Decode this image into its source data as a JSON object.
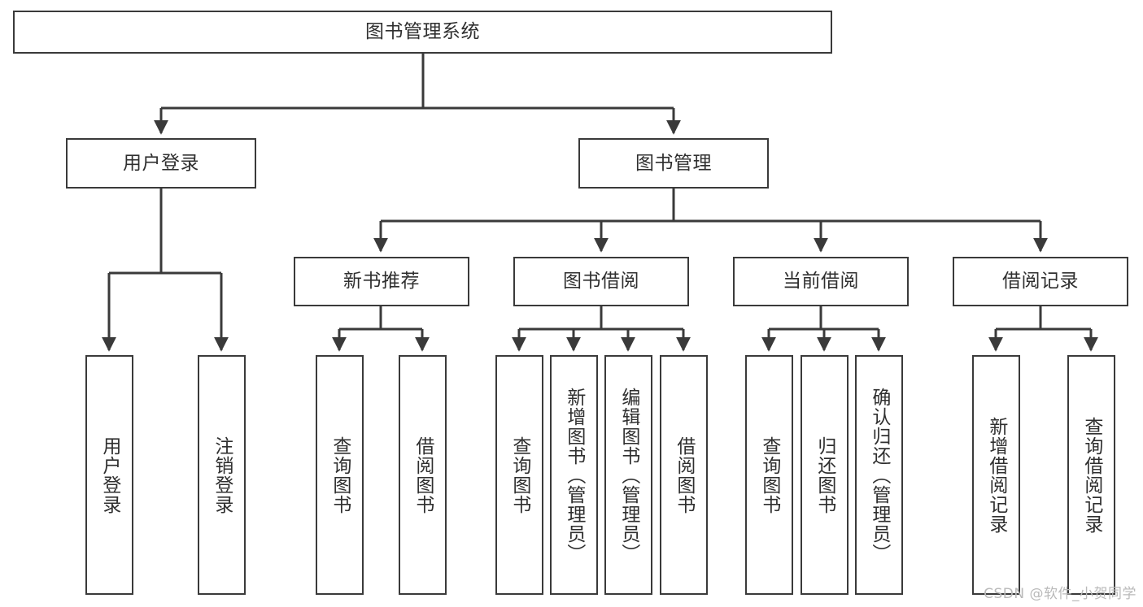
{
  "diagram": {
    "title": "图书管理系统",
    "type": "tree-hierarchy-functional-decomposition",
    "root": {
      "label": "图书管理系统"
    },
    "level2": [
      {
        "label": "用户登录"
      },
      {
        "label": "图书管理"
      }
    ],
    "level3": [
      {
        "label": "新书推荐"
      },
      {
        "label": "图书借阅"
      },
      {
        "label": "当前借阅"
      },
      {
        "label": "借阅记录"
      }
    ],
    "leaves": {
      "user_login": [
        {
          "label": "用户登录"
        },
        {
          "label": "注销登录"
        }
      ],
      "new_book_recommend": [
        {
          "label": "查询图书"
        },
        {
          "label": "借阅图书"
        }
      ],
      "book_borrow": [
        {
          "label": "查询图书"
        },
        {
          "label": "新增图书（管理员）"
        },
        {
          "label": "编辑图书（管理员）"
        },
        {
          "label": "借阅图书"
        }
      ],
      "current_borrow": [
        {
          "label": "查询图书"
        },
        {
          "label": "归还图书"
        },
        {
          "label": "确认归还（管理员）"
        }
      ],
      "borrow_record": [
        {
          "label": "新增借阅记录"
        },
        {
          "label": "查询借阅记录"
        }
      ]
    }
  },
  "watermark": {
    "text": "CSDN @软件_小贺同学"
  },
  "colors": {
    "stroke": "#3a3a3a",
    "text": "#2f2f2f",
    "background": "#ffffff",
    "watermark": "#b9b9b9"
  }
}
